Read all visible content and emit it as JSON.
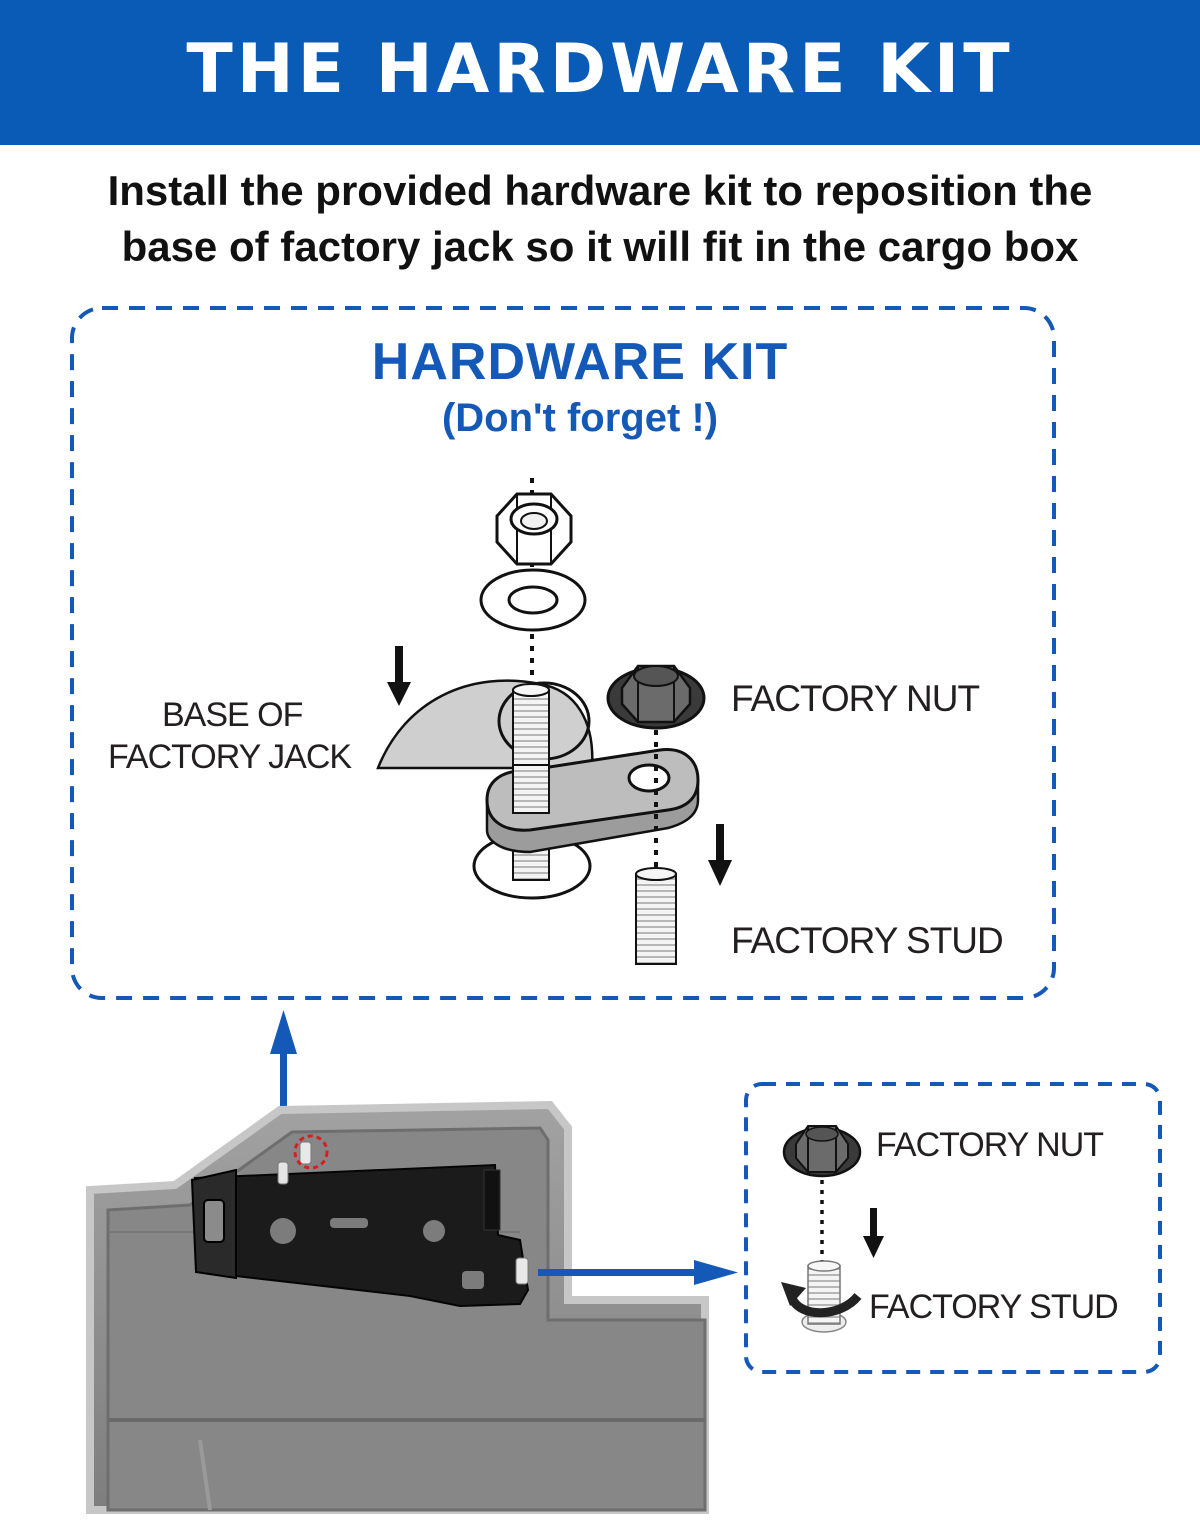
{
  "banner": {
    "title": "THE HARDWARE KIT"
  },
  "instructions": {
    "line1": "Install the provided hardware kit to reposition the",
    "line2": "base of factory jack so it will fit in the cargo box"
  },
  "kit_panel": {
    "heading": "HARDWARE KIT",
    "subheading": "(Don't forget !)",
    "labels": {
      "base_line1": "BASE OF",
      "base_line2": "FACTORY JACK",
      "factory_nut": "FACTORY NUT",
      "factory_stud": "FACTORY STUD"
    }
  },
  "detail_panel": {
    "labels": {
      "factory_nut": "FACTORY NUT",
      "factory_stud": "FACTORY STUD"
    }
  },
  "colors": {
    "brand_blue": "#0a5bb5",
    "accent_blue": "#1458b8",
    "highlight_red": "#d81e1e"
  }
}
